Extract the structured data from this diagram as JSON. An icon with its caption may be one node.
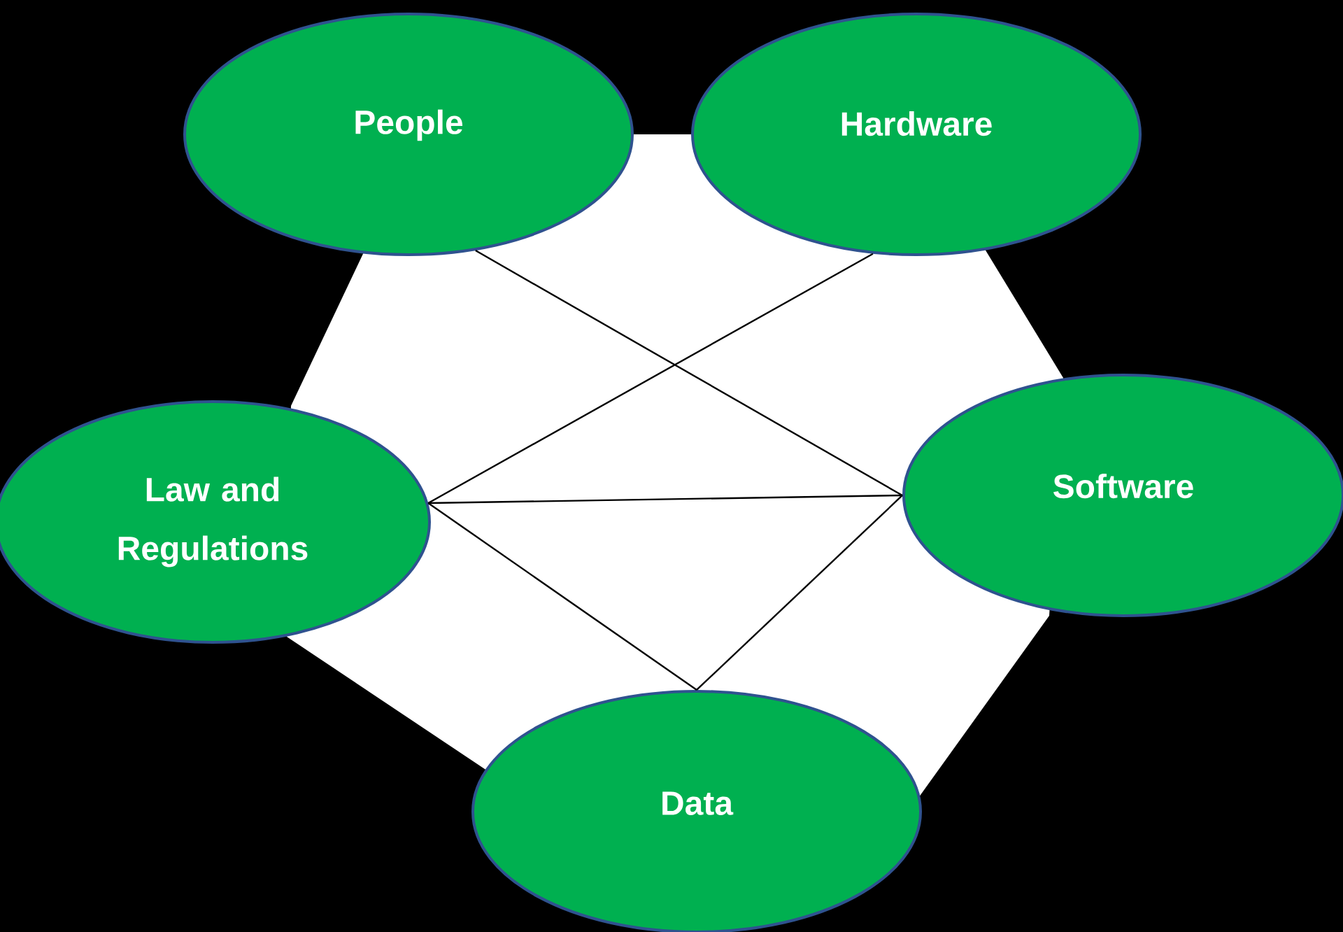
{
  "diagram": {
    "nodes": [
      {
        "text": [
          "People"
        ]
      },
      {
        "text": [
          "Hardware"
        ]
      },
      {
        "text": [
          "Law and Regulations"
        ]
      },
      {
        "text": [
          "Software"
        ]
      },
      {
        "text": [
          "Data"
        ]
      }
    ],
    "edges": [
      {
        "from": 0,
        "to": 3,
        "arrow": "none"
      },
      {
        "from": 1,
        "to": 2,
        "arrow": "none"
      },
      {
        "from": 2,
        "to": 3,
        "arrow": "none"
      },
      {
        "from": 2,
        "to": 4,
        "arrow": "none"
      },
      {
        "from": 3,
        "to": 4,
        "arrow": "none"
      }
    ]
  }
}
